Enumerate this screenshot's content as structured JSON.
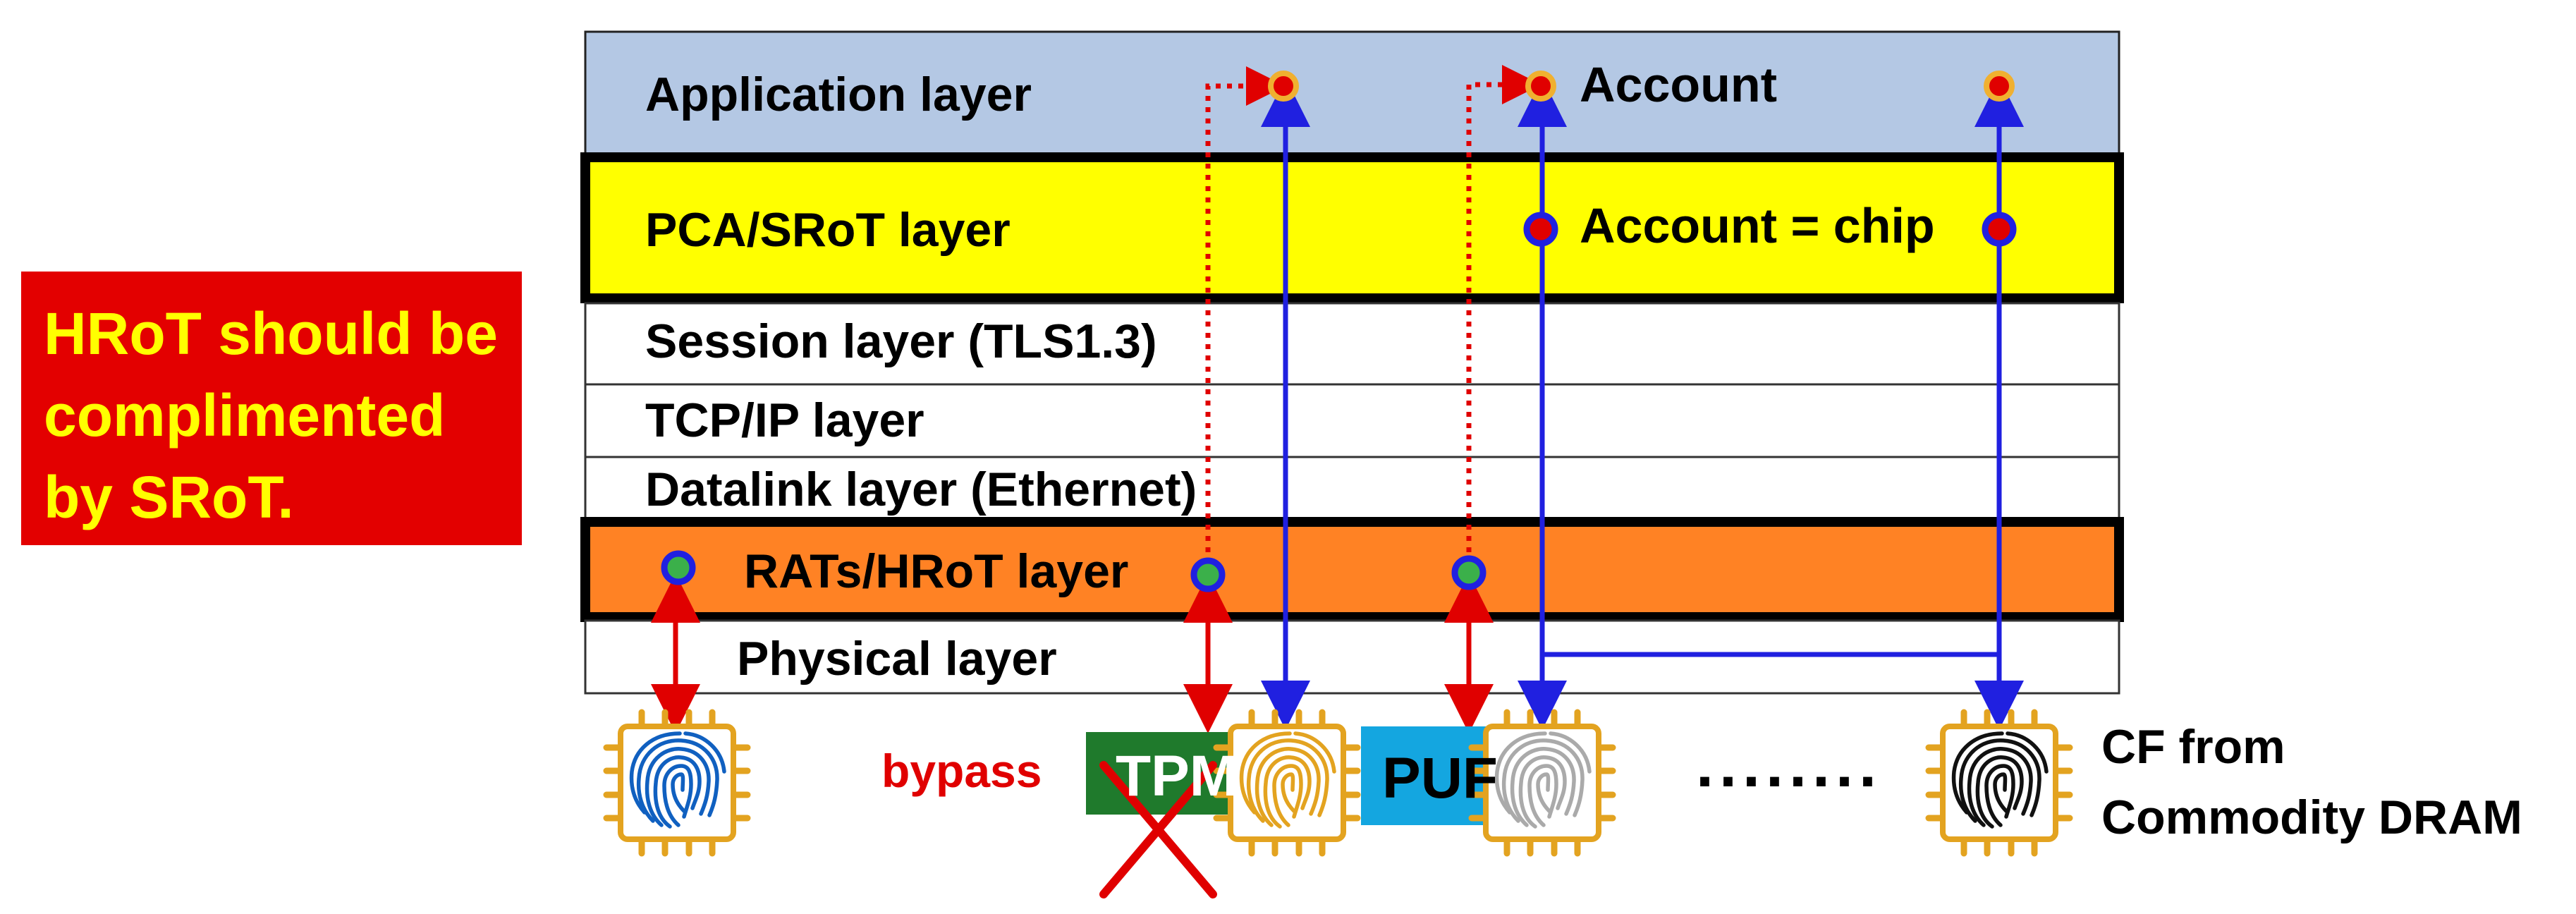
{
  "note": {
    "lines": [
      "HRoT should be",
      "complimented",
      "by SRoT."
    ],
    "background": "#e30000",
    "text_color": "#ffff00"
  },
  "layers": {
    "application": "Application layer",
    "pca_srot": "PCA/SRoT layer",
    "session": "Session layer (TLS1.3)",
    "tcpip": "TCP/IP layer",
    "datalink": "Datalink layer (Ethernet)",
    "rats_hrot": "RATs/HRoT layer",
    "physical": "Physical layer"
  },
  "annotations": {
    "account": "Account",
    "account_equals_chip": "Account = chip",
    "bypass": "bypass",
    "ellipsis": "........",
    "cf_line1": "CF from",
    "cf_line2": "Commodity DRAM"
  },
  "chips": {
    "tpm": "TPM",
    "puf": "PUF"
  },
  "colors": {
    "application_fill": "#b4c8e4",
    "pca_fill": "#ffff00",
    "hrot_fill": "#ff8224",
    "red_arrow": "#e00000",
    "blue_arrow": "#2020e0",
    "tpm_fill": "#1f7a2c",
    "puf_fill": "#14a6e0",
    "chip_gold": "#e3a320"
  },
  "icons": [
    "fingerprint-chip-icon",
    "cross-icon",
    "node-dot-icon"
  ]
}
